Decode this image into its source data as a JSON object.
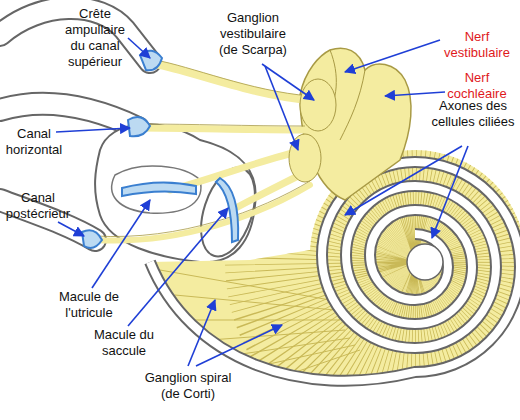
{
  "diagram": {
    "labels": [
      "Crête ampullaire du canal supérieur",
      "Ganglion vestibulaire (de Scarpa)",
      "Nerf vestibulaire",
      "Nerf cochléaire",
      "Axones des cellules ciliées",
      "Canal horizontal",
      "Canal postécrieur",
      "Macule de l'utricule",
      "Macule du saccule",
      "Ganglion spiral (de Corti)"
    ]
  }
}
